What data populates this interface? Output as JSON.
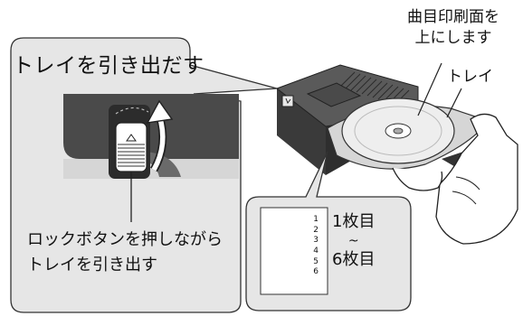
{
  "callout_title": "トレイを引き出だす",
  "top_label_line1": "曲目印刷面を",
  "top_label_line2": "上にします",
  "tray_label": "トレイ",
  "lock_label": "ロックボタンを押しながらトレイを引き出す",
  "sheet_numbers": [
    "1",
    "2",
    "3",
    "4",
    "5",
    "6"
  ],
  "sheet_range": {
    "from": "1枚目",
    "tilde": "~",
    "to": "6枚目"
  }
}
